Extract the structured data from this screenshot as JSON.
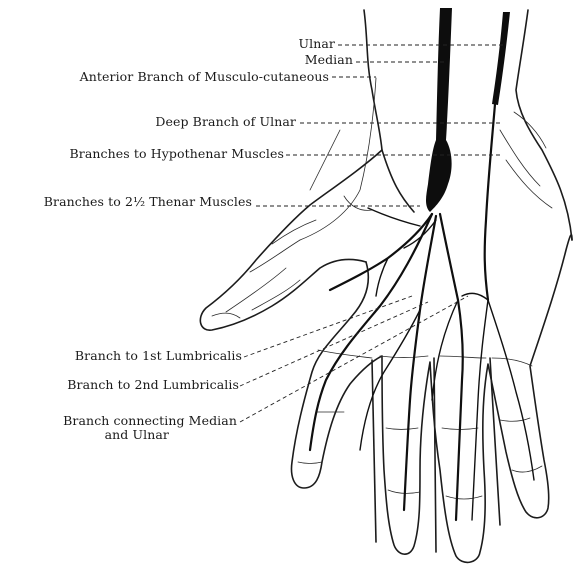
{
  "labels": {
    "ulnar": "Ulnar",
    "median": "Median",
    "anterior_branch": "Anterior Branch of Musculo-cutaneous",
    "deep_branch_ulnar": "Deep Branch of Ulnar",
    "hypothenar": "Branches to Hypothenar Muscles",
    "thenar": "Branches to 2½ Thenar Muscles",
    "lumbricalis_1": "Branch to 1st Lumbricalis",
    "lumbricalis_2": "Branch to 2nd Lumbricalis",
    "connecting_line1": "Branch connecting Median",
    "connecting_line2": "and Ulnar"
  },
  "colors": {
    "ink": "#111111",
    "paper": "#ffffff"
  }
}
